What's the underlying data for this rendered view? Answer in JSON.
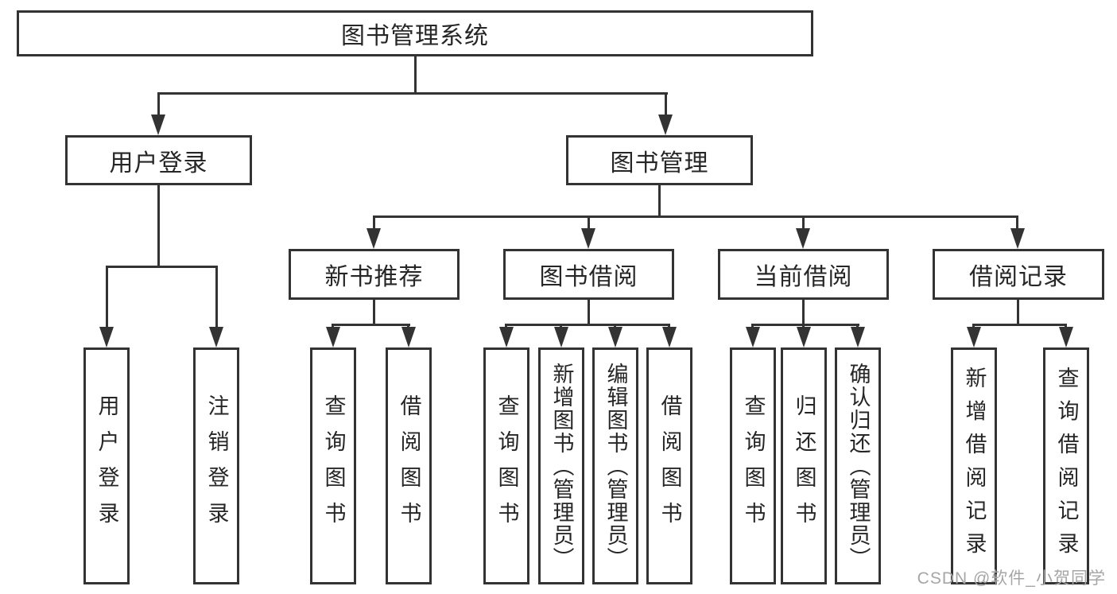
{
  "diagram": {
    "root": {
      "label": "图书管理系统"
    },
    "level2": [
      {
        "label": "用户登录"
      },
      {
        "label": "图书管理"
      }
    ],
    "level3": [
      {
        "label": "新书推荐"
      },
      {
        "label": "图书借阅"
      },
      {
        "label": "当前借阅"
      },
      {
        "label": "借阅记录"
      }
    ],
    "leaves": {
      "user_login": [
        {
          "label": "用户登录"
        },
        {
          "label": "注销登录"
        }
      ],
      "new_book": [
        {
          "label": "查询图书"
        },
        {
          "label": "借阅图书"
        }
      ],
      "book_borrow": [
        {
          "label": "查询图书"
        },
        {
          "label": "新增图书（管理员）"
        },
        {
          "label": "编辑图书（管理员）"
        },
        {
          "label": "借阅图书"
        }
      ],
      "current_borrow": [
        {
          "label": "查询图书"
        },
        {
          "label": "归还图书"
        },
        {
          "label": "确认归还（管理员）"
        }
      ],
      "borrow_record": [
        {
          "label": "新增借阅记录"
        },
        {
          "label": "查询借阅记录"
        }
      ]
    },
    "watermark": "CSDN @软件_小贺同学",
    "colors": {
      "line": "#333333",
      "text": "#262626",
      "watermark": "#a6a6a6",
      "background": "#ffffff"
    }
  }
}
